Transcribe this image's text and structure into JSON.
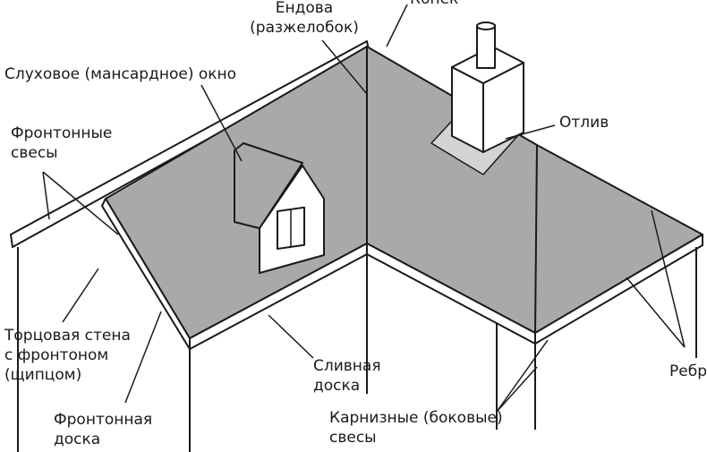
{
  "colors": {
    "roof": "#a9a9a9",
    "flashing": "#d4d4d4",
    "line": "#1a1a1a"
  },
  "labels": {
    "valley_1": "Ендова",
    "valley_2": "(разжелобок)",
    "ridge": "Конек",
    "dormer": "Слуховое (мансардное) окно",
    "gable_overhang_1": "Фронтонные",
    "gable_overhang_2": "свесы",
    "flashing": "Отлив",
    "gable_wall_1": "Торцовая стена",
    "gable_wall_2": "с фронтоном",
    "gable_wall_3": "(щипцом)",
    "barge_board_1": "Фронтонная",
    "barge_board_2": "доска",
    "drip_board_1": "Сливная",
    "drip_board_2": "доска",
    "eaves_1": "Карнизные (боковые)",
    "eaves_2": "свесы",
    "hips": "Ребра"
  }
}
